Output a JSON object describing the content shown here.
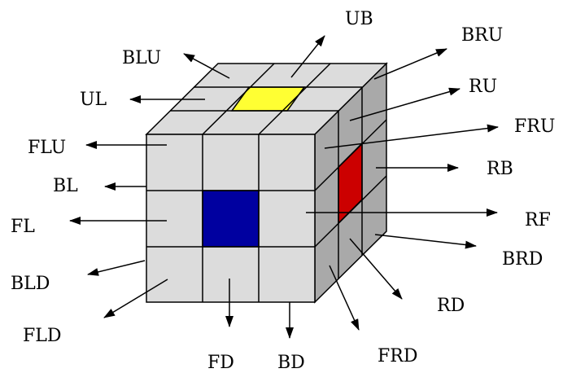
{
  "colors": {
    "sticker_light": "#dcdcdc",
    "sticker_right": "#a9a9a9",
    "grid_line": "#000000",
    "arrow": "#000000",
    "center_top": "#ffff33",
    "center_front": "#0000a0",
    "center_right": "#cc0000"
  },
  "labels": {
    "UB": "UB",
    "BRU": "BRU",
    "BLU": "BLU",
    "RU": "RU",
    "UL": "UL",
    "FRU": "FRU",
    "FLU": "FLU",
    "RB": "RB",
    "BL": "BL",
    "RF": "RF",
    "FL": "FL",
    "BRD": "BRD",
    "BLD": "BLD",
    "RD": "RD",
    "FLD": "FLD",
    "FD": "FD",
    "BD": "BD",
    "FRD": "FRD"
  }
}
